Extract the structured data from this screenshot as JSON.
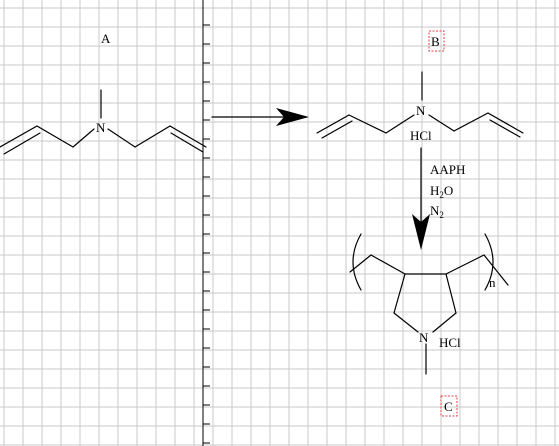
{
  "labels": {
    "compound_a": "A",
    "compound_b": "B",
    "compound_c": "C",
    "n_atom": "N",
    "hcl": "HCl",
    "reagent_aaph": "AAPH",
    "reagent_water_h": "H",
    "reagent_water_sub": "2",
    "reagent_water_o": "O",
    "reagent_n": "N",
    "reagent_n_sub": "2",
    "repeat_n": "n"
  },
  "colors": {
    "grid": "#c8c8c8",
    "ink": "#000000",
    "selection": "#e04040"
  }
}
